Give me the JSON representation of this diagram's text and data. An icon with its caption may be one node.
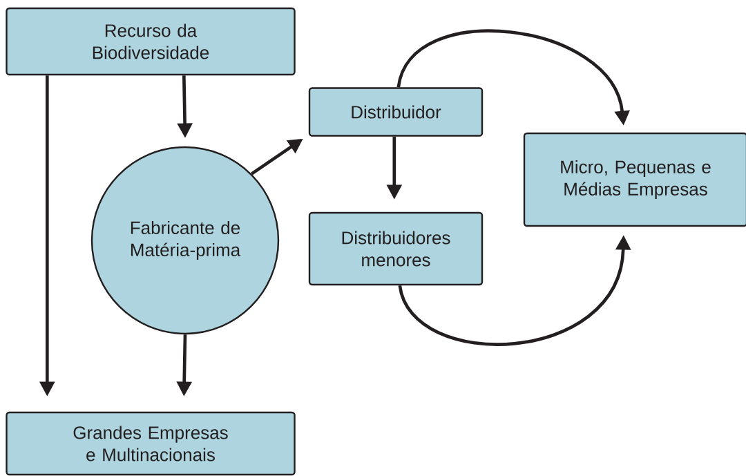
{
  "diagram": {
    "nodes": [
      {
        "text": [
          "Recurso da Biodiversidade"
        ]
      },
      {
        "text": [
          "Fabricante de Matéria-prima"
        ]
      },
      {
        "text": [
          "Distribuidor"
        ]
      },
      {
        "text": [
          "Distribuidores menores"
        ]
      },
      {
        "text": [
          "Micro, Pequenas e Médias Empresas"
        ]
      },
      {
        "text": [
          "Grandes Empresas e Multinacionais"
        ]
      }
    ],
    "edges": [
      {
        "from": 0,
        "to": 5,
        "arrow": "to"
      },
      {
        "from": 0,
        "to": 1,
        "arrow": "to"
      },
      {
        "from": 1,
        "to": 2,
        "arrow": "to"
      },
      {
        "from": 1,
        "to": 5,
        "arrow": "to"
      },
      {
        "from": 2,
        "to": 3,
        "arrow": "to"
      },
      {
        "from": 2,
        "to": 4,
        "arrow": "to"
      },
      {
        "from": 3,
        "to": 4,
        "arrow": "to"
      }
    ]
  }
}
